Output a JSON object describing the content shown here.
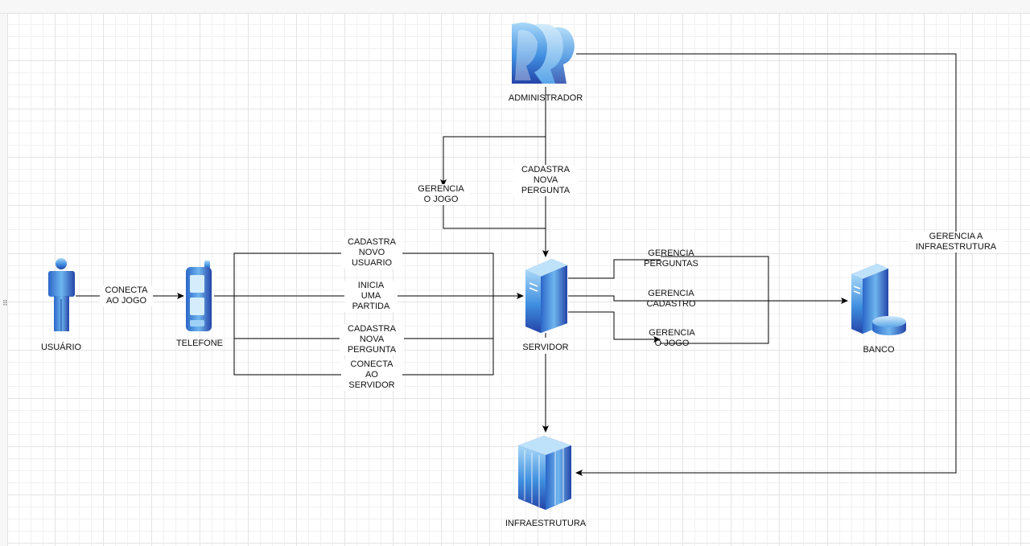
{
  "colors": {
    "icon_light": "#9dd0f4",
    "icon_mid": "#3a8fdc",
    "icon_dark": "#1f3f9c",
    "edge": "#000000",
    "grid": "#e4e4e4"
  },
  "ui": {
    "toolbar_grip": "⠿"
  },
  "nodes": {
    "administrador": {
      "label": "ADMINISTRADOR",
      "icon": "user-group-icon"
    },
    "usuario": {
      "label": "USUÁRIO",
      "icon": "user-icon"
    },
    "telefone": {
      "label": "TELEFONE",
      "icon": "mobile-phone-icon"
    },
    "servidor": {
      "label": "SERVIDOR",
      "icon": "server-icon"
    },
    "banco": {
      "label": "BANCO",
      "icon": "database-icon"
    },
    "infraestrutura": {
      "label": "INFRAESTRUTURA",
      "icon": "datacenter-icon"
    }
  },
  "edges": {
    "conecta_ao_jogo": "CONECTA\nAO JOGO",
    "cadastra_novo_usuario": "CADASTRA\nNOVO\nUSUARIO",
    "inicia_uma_partida": "INICIA\nUMA\nPARTIDA",
    "cadastra_nova_pergunta_tel": "CADASTRA\nNOVA\nPERGUNTA",
    "conecta_ao_servidor": "CONECTA\nAO\nSERVIDOR",
    "gerencia_o_jogo_admin": "GERENCIA\nO JOGO",
    "cadastra_nova_pergunta_admin": "CADASTRA\nNOVA\nPERGUNTA",
    "gerencia_perguntas": "GERENCIA\nPERGUNTAS",
    "gerencia_cadastro": "GERENCIA\nCADASTRO",
    "gerencia_o_jogo_srv": "GERENCIA\nO JOGO",
    "gerencia_a_infraestrutura": "GERENCIA A\nINFRAESTRUTURA"
  }
}
